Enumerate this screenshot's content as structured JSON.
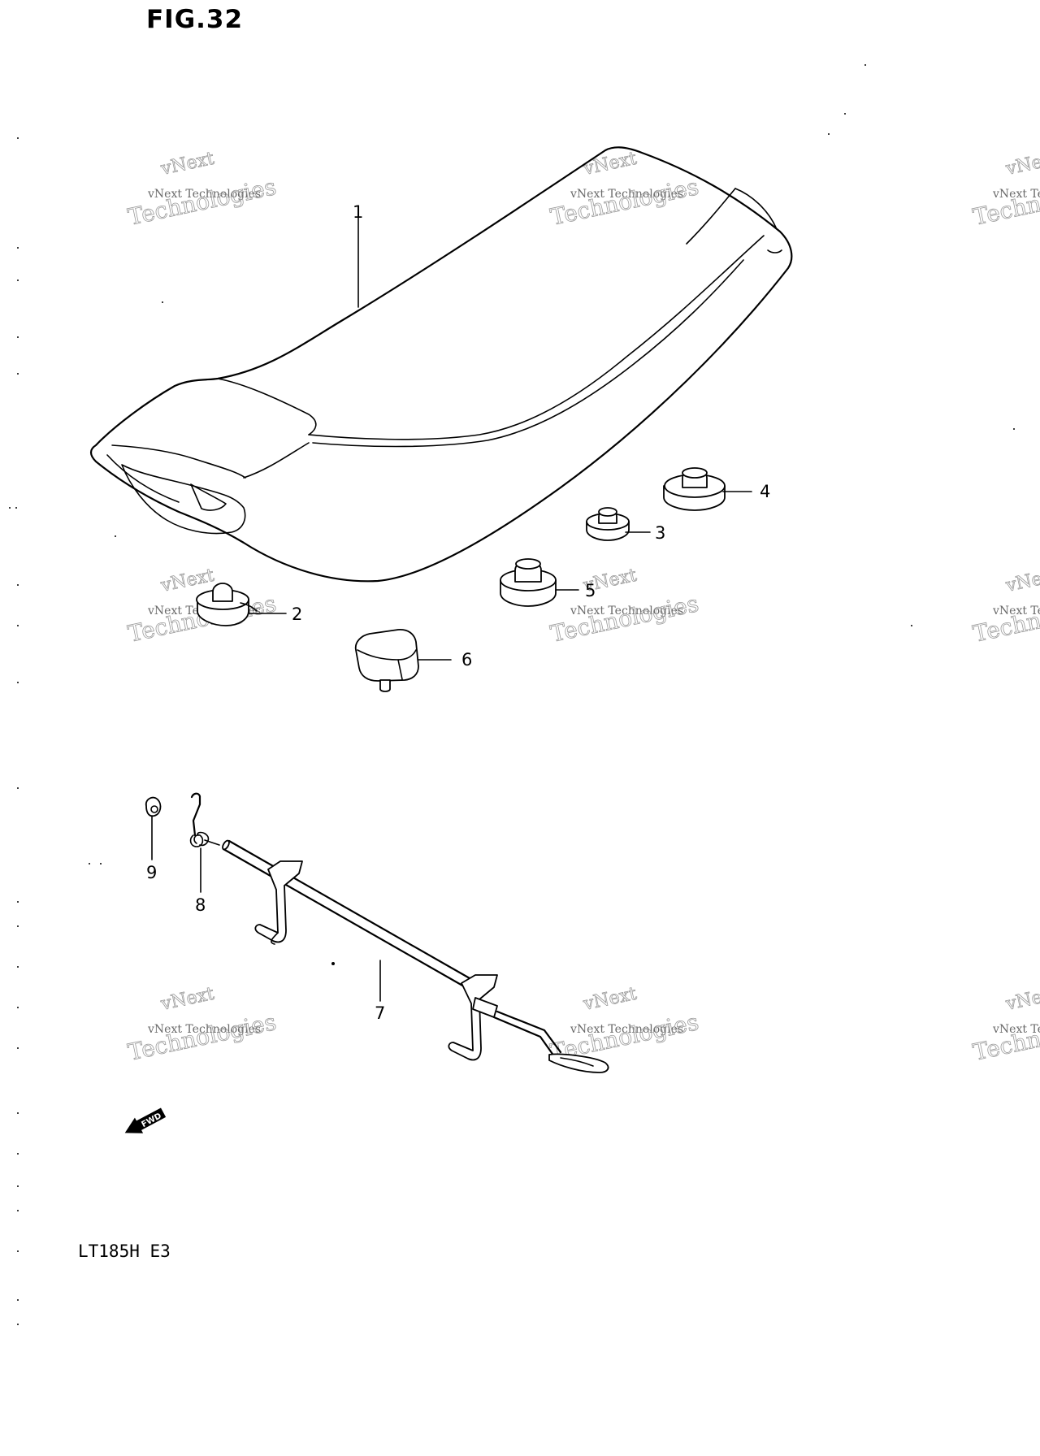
{
  "figure": {
    "title": "FIG.32",
    "model": "LT185H  E3"
  },
  "callouts": [
    "1",
    "2",
    "3",
    "4",
    "5",
    "6",
    "7",
    "8",
    "9"
  ],
  "fwd_label": "FWD",
  "watermark": {
    "line1": "vNext Technologies",
    "line2": "vNext",
    "line3": "Technologies"
  }
}
